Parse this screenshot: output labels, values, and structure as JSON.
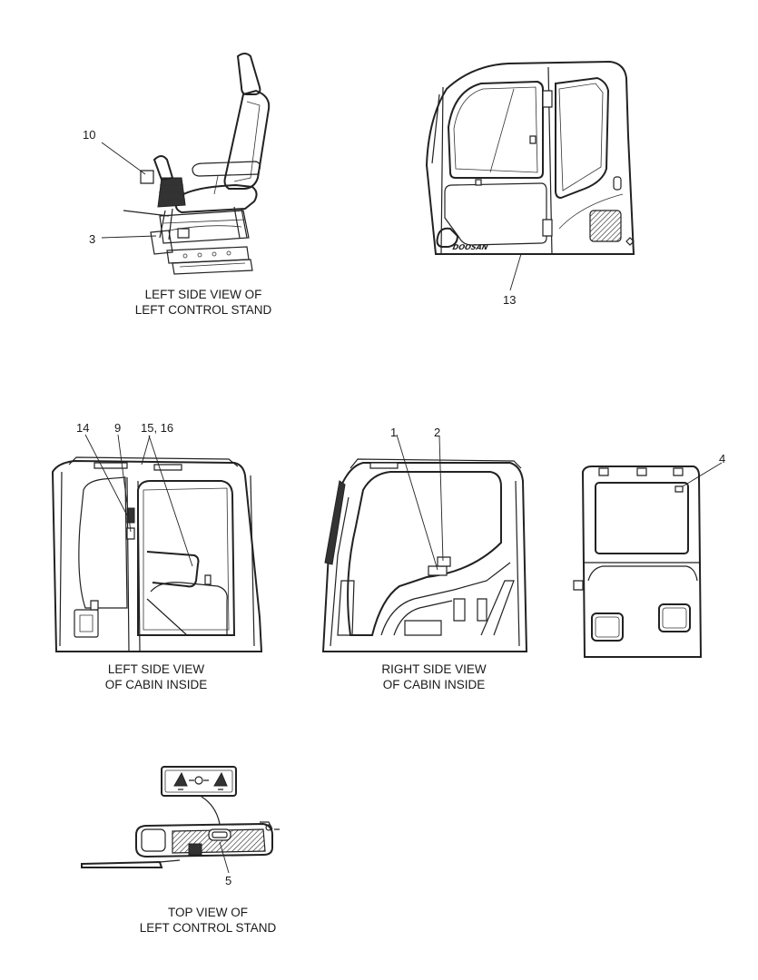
{
  "views": [
    {
      "id": "left-control-stand-side",
      "caption_line1": "LEFT SIDE VIEW OF",
      "caption_line2": "LEFT CONTROL STAND"
    },
    {
      "id": "cabin-exterior",
      "caption_line1": "",
      "caption_line2": ""
    },
    {
      "id": "cabin-left-inside",
      "caption_line1": "LEFT SIDE VIEW",
      "caption_line2": "OF CABIN INSIDE"
    },
    {
      "id": "cabin-right-inside",
      "caption_line1": "RIGHT SIDE VIEW",
      "caption_line2": "OF CABIN INSIDE"
    },
    {
      "id": "cabin-rear",
      "caption_line1": "",
      "caption_line2": ""
    },
    {
      "id": "left-control-stand-top",
      "caption_line1": "TOP VIEW OF",
      "caption_line2": "LEFT CONTROL STAND"
    }
  ],
  "callouts": {
    "c10": "10",
    "c3": "3",
    "c13": "13",
    "c14": "14",
    "c9": "9",
    "c15_16": "15, 16",
    "c1": "1",
    "c2": "2",
    "c4": "4",
    "c5": "5"
  },
  "cab_brand_text": "DOOSAN"
}
